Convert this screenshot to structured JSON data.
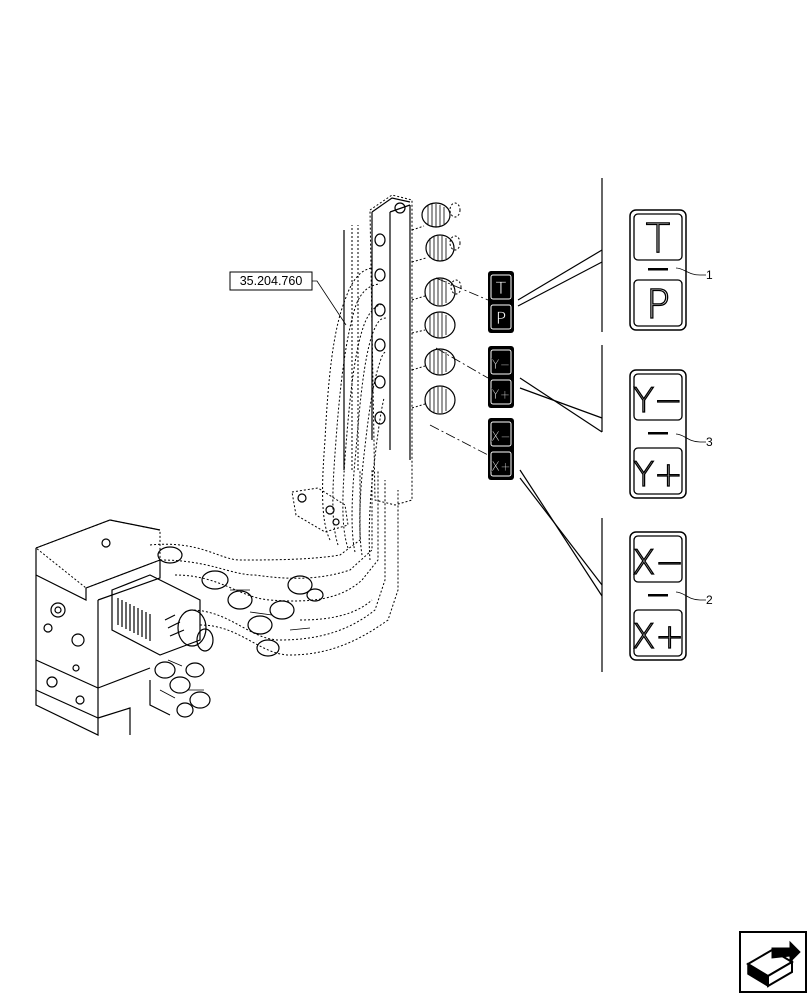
{
  "reference_label": "35.204.760",
  "decals": [
    {
      "callout": "1",
      "top_symbol": "T",
      "bottom_symbol": "P"
    },
    {
      "callout": "3",
      "top_symbol": "Y−",
      "bottom_symbol": "Y+"
    },
    {
      "callout": "2",
      "top_symbol": "X−",
      "bottom_symbol": "X+"
    }
  ],
  "nav_icon": "return-arrow-icon"
}
